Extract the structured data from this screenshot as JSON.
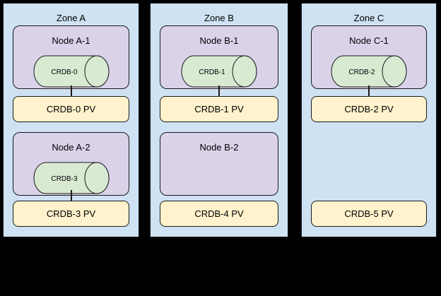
{
  "diagram": {
    "description": "CockroachDB nodes, disks and persistent volumes across availability zones",
    "colors": {
      "page_background": "#000000",
      "zone_fill": "#cfe2f3",
      "node_fill": "#d9d2e9",
      "disk_fill": "#d9ead3",
      "pv_fill": "#fff2cc",
      "border": "#1a1a1a",
      "text": "#000000"
    }
  },
  "zones": [
    {
      "label": "Zone A",
      "slots": [
        {
          "node_label": "Node A-1",
          "disk_label": "CRDB-0",
          "pv_label": "CRDB-0 PV",
          "connected": true
        },
        {
          "node_label": "Node A-2",
          "disk_label": "CRDB-3",
          "pv_label": "CRDB-3 PV",
          "connected": true
        }
      ]
    },
    {
      "label": "Zone B",
      "slots": [
        {
          "node_label": "Node B-1",
          "disk_label": "CRDB-1",
          "pv_label": "CRDB-1 PV",
          "connected": true
        },
        {
          "node_label": "Node B-2",
          "disk_label": null,
          "pv_label": "CRDB-4 PV",
          "connected": false
        }
      ]
    },
    {
      "label": "Zone C",
      "slots": [
        {
          "node_label": "Node C-1",
          "disk_label": "CRDB-2",
          "pv_label": "CRDB-2 PV",
          "connected": true
        },
        {
          "node_label": null,
          "disk_label": null,
          "pv_label": "CRDB-5 PV",
          "connected": false
        }
      ]
    }
  ]
}
